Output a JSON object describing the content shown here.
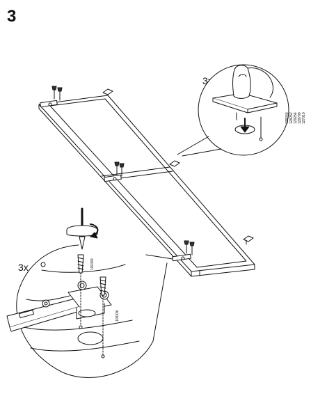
{
  "step": {
    "number": "3"
  },
  "callouts": [
    {
      "quantity": "3x",
      "part_numbers": [
        "128243",
        "128252",
        "129256",
        "129799",
        "127010"
      ]
    },
    {
      "quantity": "3x",
      "part_numbers": [
        "100349",
        "109336"
      ]
    }
  ],
  "colors": {
    "line": "#111111",
    "paper": "#ffffff",
    "shade": "#e6e6e6"
  }
}
